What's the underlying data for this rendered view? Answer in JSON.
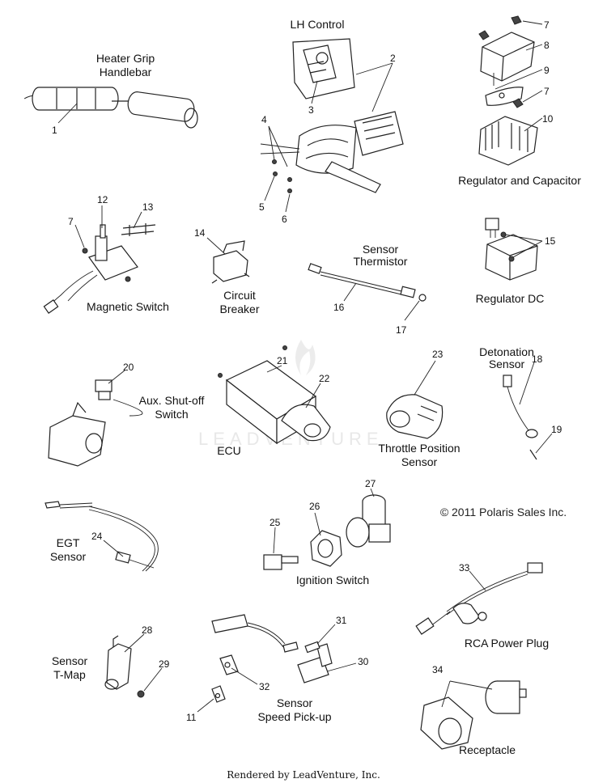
{
  "labels": {
    "heater_grip": "Heater Grip",
    "handlebar": "Handlebar",
    "lh_control": "LH Control",
    "regulator_capacitor": "Regulator and Capacitor",
    "magnetic_switch": "Magnetic Switch",
    "circuit": "Circuit",
    "breaker": "Breaker",
    "sensor": "Sensor",
    "thermistor": "Thermistor",
    "regulator_dc": "Regulator DC",
    "detonation": "Detonation",
    "sensor2": "Sensor",
    "aux_shutoff": "Aux. Shut-off",
    "switch": "Switch",
    "ecu": "ECU",
    "throttle_position": "Throttle Position",
    "sensor3": "Sensor",
    "copyright": "© 2011 Polaris Sales Inc.",
    "egt": "EGT",
    "sensor4": "Sensor",
    "ignition_switch": "Ignition Switch",
    "rca_power_plug": "RCA Power Plug",
    "sensor5": "Sensor",
    "t_map": "T-Map",
    "sensor6": "Sensor",
    "speed_pickup": "Speed Pick-up",
    "receptacle": "Receptacle",
    "footer": "Rendered by LeadVenture, Inc.",
    "watermark": "LEADVENTURE"
  },
  "callouts": [
    "1",
    "2",
    "3",
    "4",
    "5",
    "6",
    "7",
    "8",
    "9",
    "7",
    "10",
    "12",
    "13",
    "7",
    "14",
    "16",
    "17",
    "15",
    "18",
    "19",
    "20",
    "21",
    "22",
    "23",
    "24",
    "25",
    "26",
    "27",
    "33",
    "28",
    "29",
    "31",
    "30",
    "32",
    "11",
    "34"
  ]
}
